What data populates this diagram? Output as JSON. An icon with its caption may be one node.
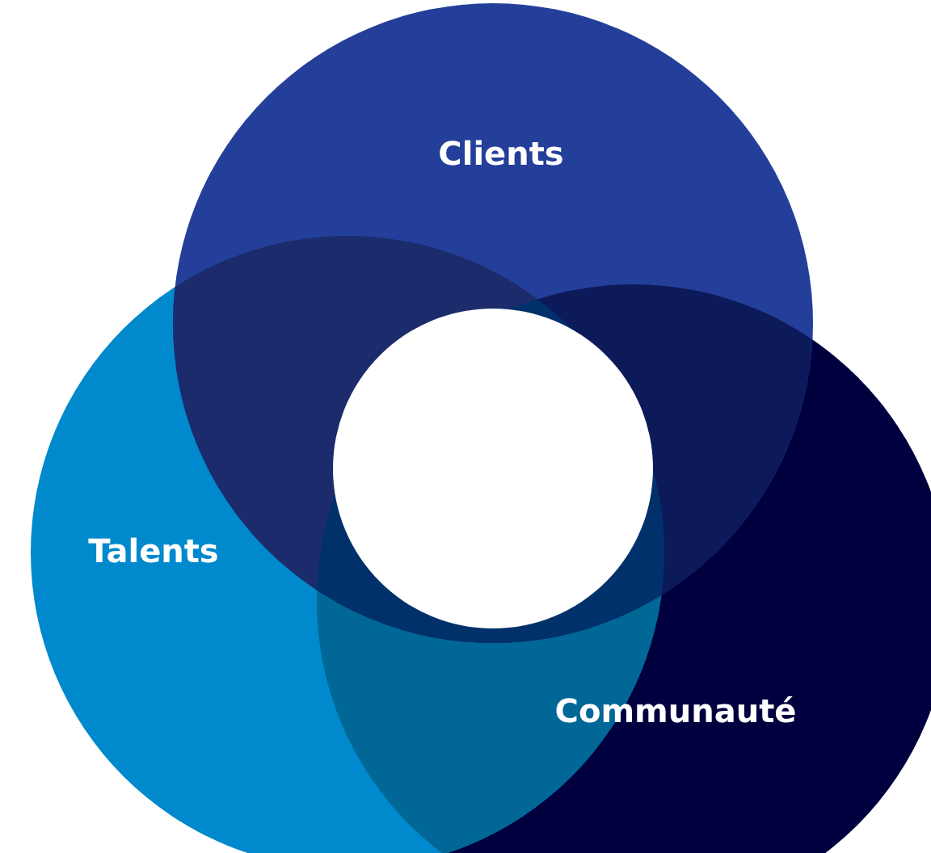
{
  "diagram": {
    "nodes": [
      {
        "text": [
          "Clients"
        ]
      },
      {
        "text": [
          "Talents"
        ]
      },
      {
        "text": [
          "Communauté"
        ]
      }
    ]
  }
}
